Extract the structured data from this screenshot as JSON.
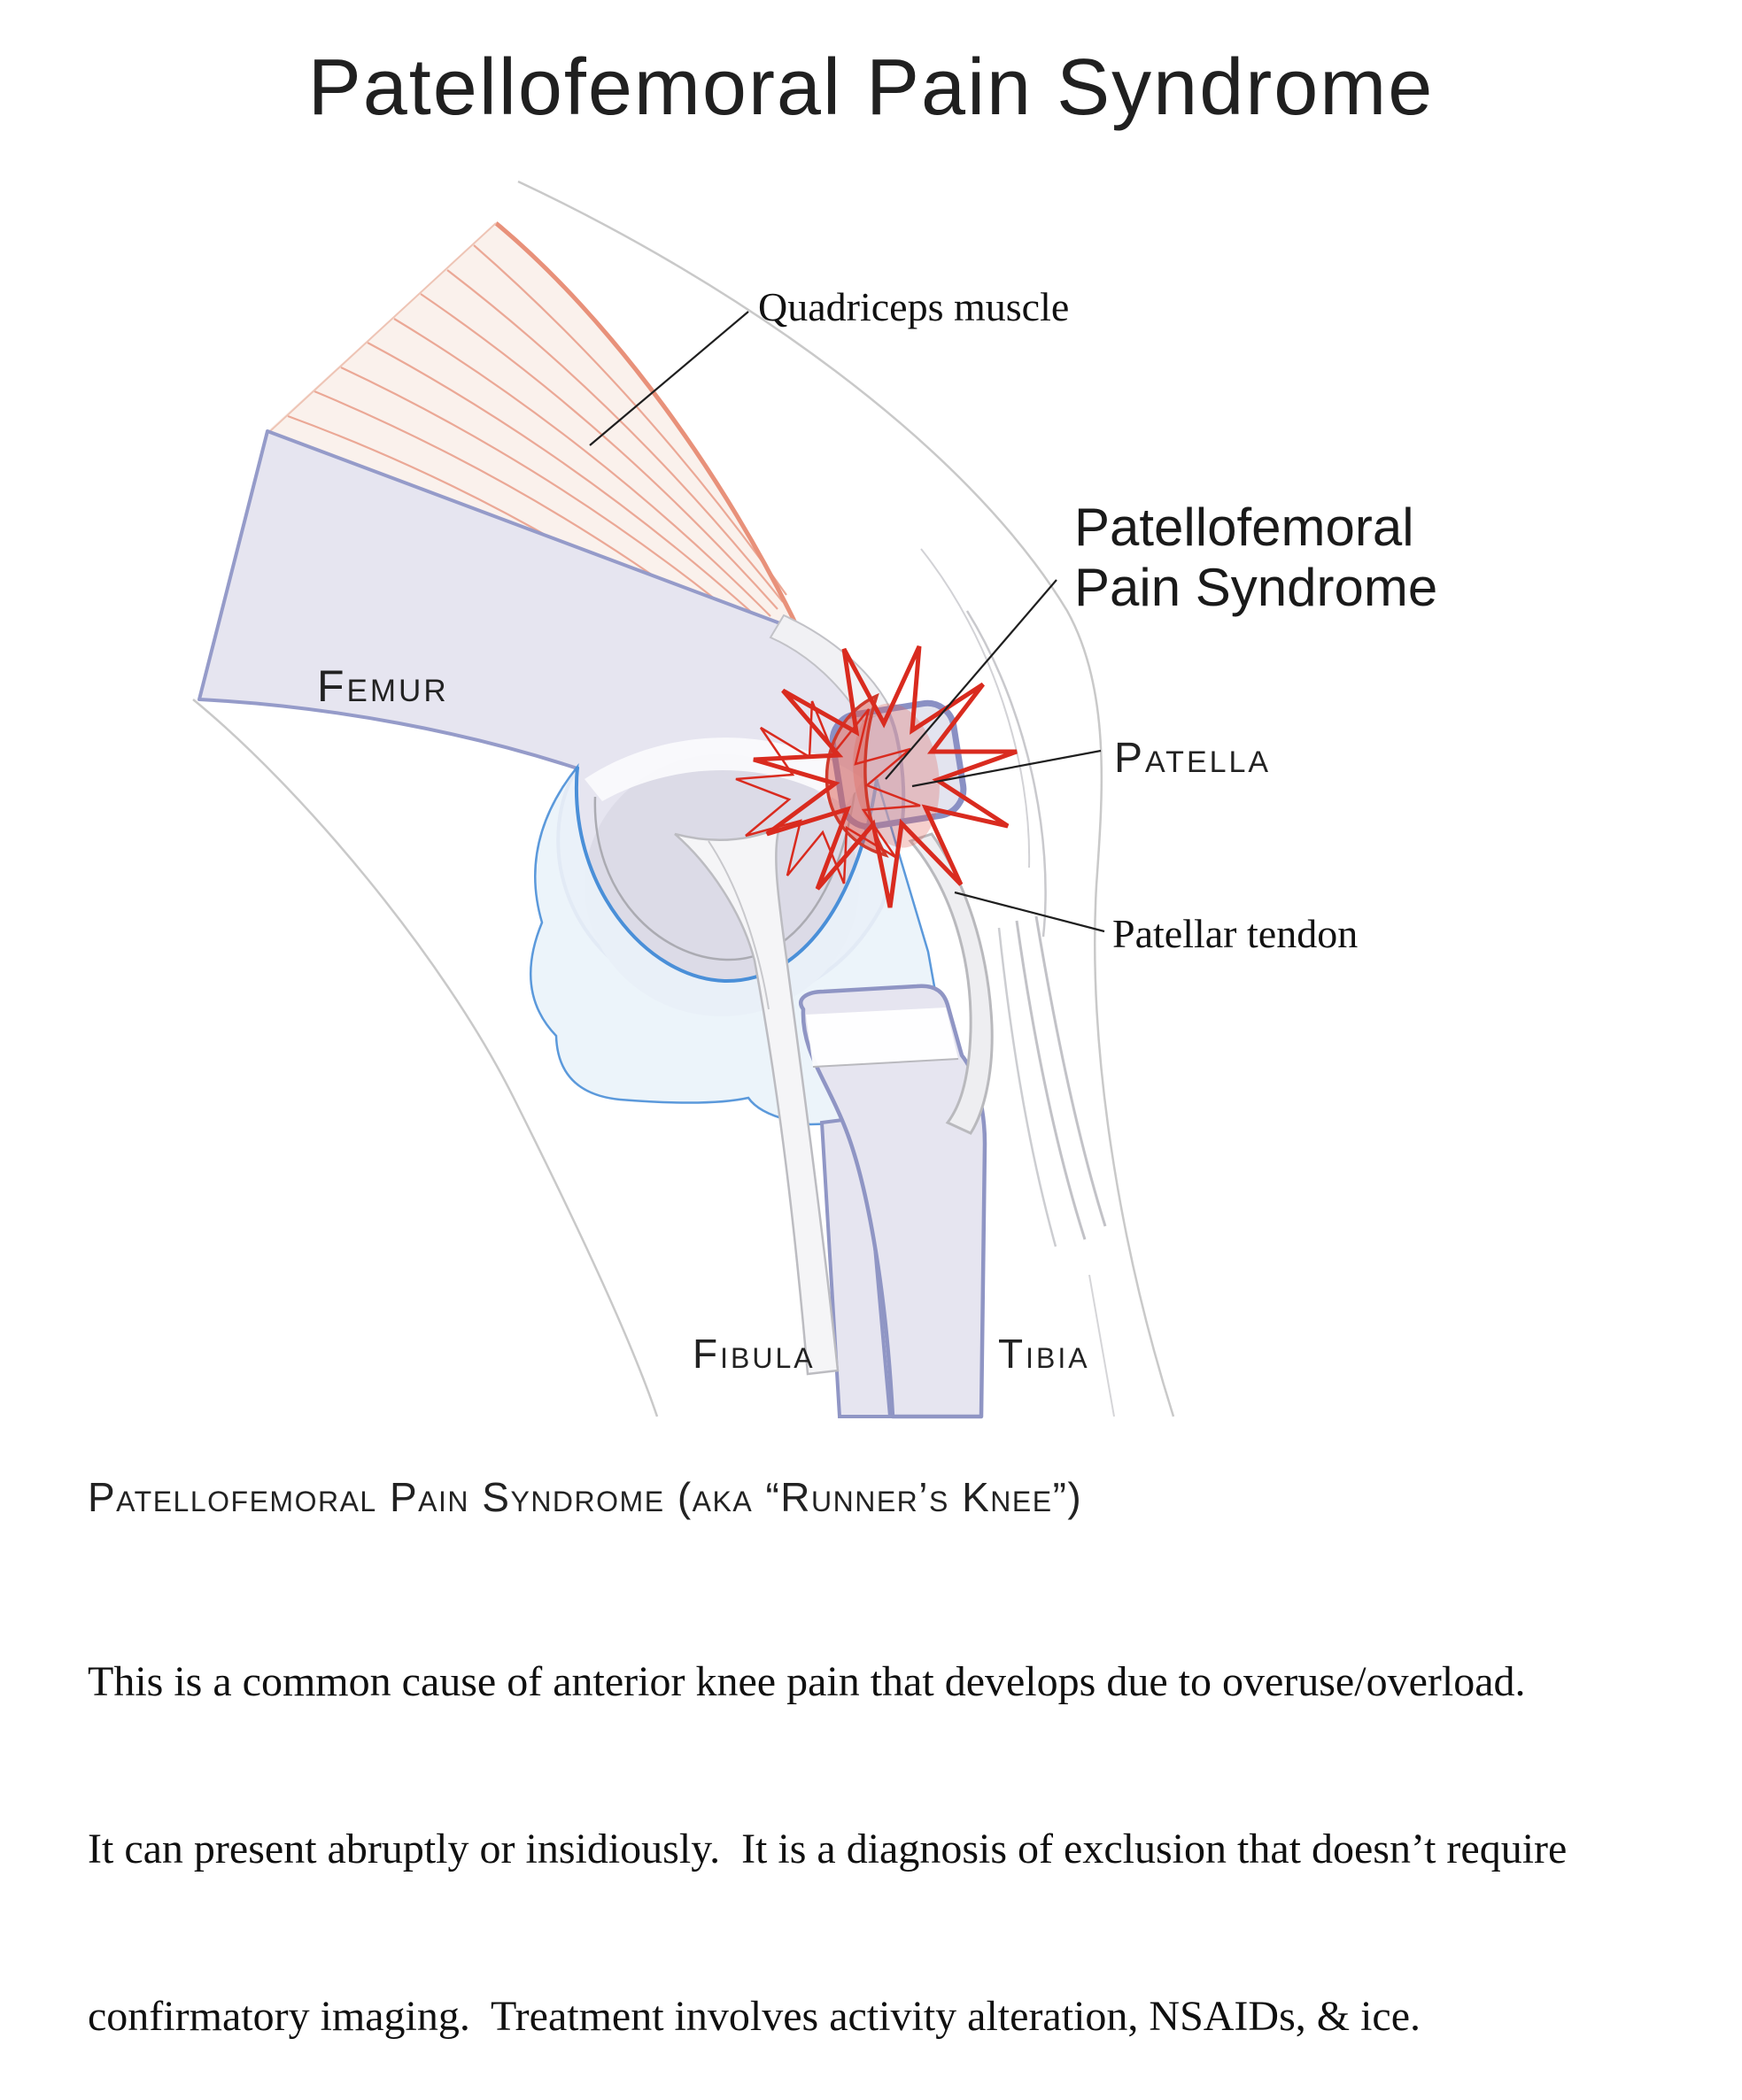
{
  "title": "Patellofemoral Pain Syndrome",
  "diagram": {
    "labels": {
      "quadriceps": "Quadriceps muscle",
      "pfps": {
        "line1": "Patellofemoral",
        "line2": "Pain Syndrome"
      },
      "patella": "Patella",
      "patellar_tendon": "Patellar tendon",
      "femur": "Femur",
      "fibula": "Fibula",
      "tibia": "Tibia"
    },
    "colors": {
      "bone_fill": "#e6e5f0",
      "bone_outline": "#9298c7",
      "condyle_inner": "#dcdbe7",
      "muscle_fill": "#faf1ec",
      "muscle_line": "#e8927a",
      "cartilage_blue": "#4a8fd8",
      "joint_fluid": "#ebf3fb",
      "pain_stroke": "#d92b1f",
      "pain_fill": "#e98c80",
      "tendon_grey": "#b9b9bd",
      "skin_grey": "#c9c9c9"
    }
  },
  "footer": {
    "heading": "Patellofemoral Pain Syndrome (aka “Runner’s Knee”)",
    "body_lines": [
      "This is a common cause of anterior knee pain that develops due to overuse/overload.",
      "It can present abruptly or insidiously.  It is a diagnosis of exclusion that doesn’t require",
      "confirmatory imaging.  Treatment involves activity alteration, NSAIDs, & ice."
    ]
  }
}
